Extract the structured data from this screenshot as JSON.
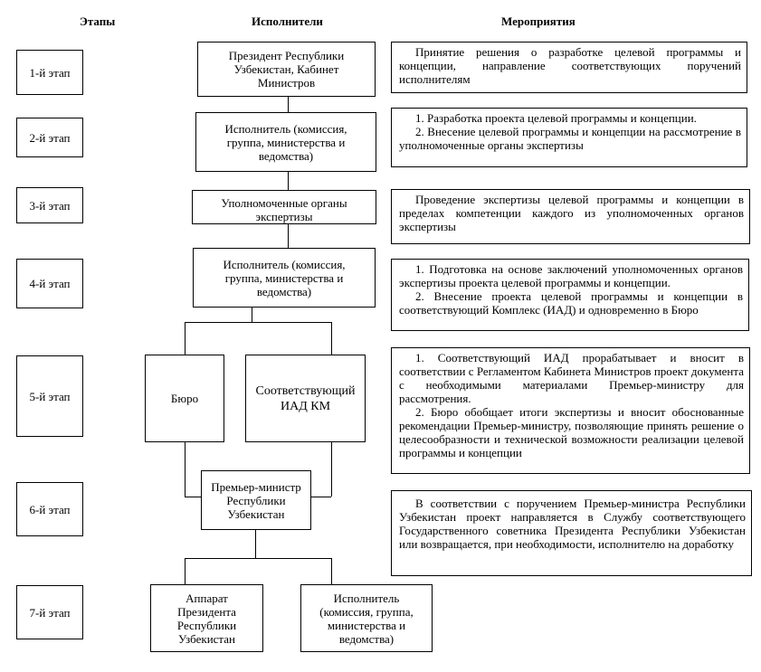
{
  "headers": {
    "stages": "Этапы",
    "executors": "Исполнители",
    "activities": "Мероприятия"
  },
  "stages": [
    "1-й этап",
    "2-й этап",
    "3-й этап",
    "4-й этап",
    "5-й этап",
    "6-й этап",
    "7-й этап"
  ],
  "executors": {
    "president_cabinet": [
      "Президент Республики",
      "Узбекистан, Кабинет",
      "Министров"
    ],
    "executor_2": [
      "Исполнитель (комиссия,",
      "группа, министерства и",
      "ведомства)"
    ],
    "authorized_bodies": [
      "Уполномоченные органы",
      "экспертизы"
    ],
    "executor_4": [
      "Исполнитель (комиссия,",
      "группа, министерства и",
      "ведомства)"
    ],
    "bureau": [
      "Бюро"
    ],
    "iad_km": [
      "Соответствующий",
      "ИАД КМ"
    ],
    "prime_minister": [
      "Премьер-министр",
      "Республики",
      "Узбекистан"
    ],
    "apparatus": [
      "Аппарат",
      "Президента",
      "Республики",
      "Узбекистан"
    ],
    "executor_7": [
      "Исполнитель",
      "(комиссия, группа,",
      "министерства и",
      "ведомства)"
    ]
  },
  "activities": {
    "stage1": [
      "Принятие решения о разработке целевой программы и концепции, направление соответствующих поручений исполнителям"
    ],
    "stage2": [
      "1. Разработка проекта целевой программы и концепции.",
      "2. Внесение целевой программы и концепции на рассмотрение в уполномоченные органы экспертизы"
    ],
    "stage3": [
      "Проведение экспертизы целевой программы и концепции в пределах компетенции каждого из уполномоченных органов экспертизы"
    ],
    "stage4": [
      "1. Подготовка на основе заключений уполномоченных органов экспертизы проекта целевой программы и концепции.",
      "2. Внесение проекта целевой программы и концепции в соответствующий Комплекс (ИАД) и одновременно в Бюро"
    ],
    "stage5": [
      "1. Соответствующий ИАД прорабатывает и вносит в соответствии с Регламентом Кабинета Министров проект документа с необходимыми материалами Премьер-министру для рассмотрения.",
      "2. Бюро обобщает итоги экспертизы и вносит обоснованные рекомендации Премьер-министру, позволяющие принять решение о целесообразности и технической возможности реализации целевой программы и концепции"
    ],
    "stage6": [
      "В соответствии с поручением Премьер-министра Республики Узбекистан проект направляется в Службу соответствующего Государственного советника Президента Республики Узбекистан или возвращается, при необходимости, исполнителю на доработку"
    ]
  }
}
